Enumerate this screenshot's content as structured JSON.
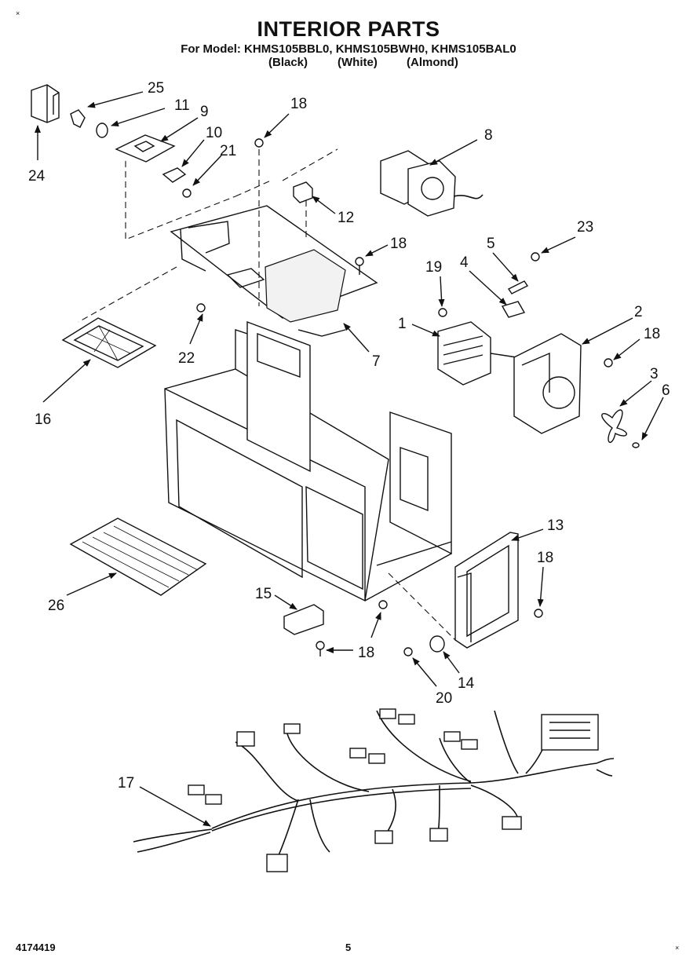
{
  "header": {
    "title": "INTERIOR PARTS",
    "models_line": "For Model: KHMS105BBL0, KHMS105BWH0, KHMS105BAL0",
    "color_black": "(Black)",
    "color_white": "(White)",
    "color_almond": "(Almond)"
  },
  "corner_marks": {
    "top_left": "×",
    "bottom_right": "×"
  },
  "footer": {
    "part_number": "4174419",
    "page_number": "5"
  },
  "callouts": {
    "c1": "1",
    "c2": "2",
    "c3": "3",
    "c4": "4",
    "c5": "5",
    "c6": "6",
    "c7": "7",
    "c8": "8",
    "c9": "9",
    "c10": "10",
    "c11": "11",
    "c12": "12",
    "c13": "13",
    "c14": "14",
    "c15": "15",
    "c16": "16",
    "c17": "17",
    "c18a": "18",
    "c18b": "18",
    "c18c": "18",
    "c18d": "18",
    "c18e": "18",
    "c19": "19",
    "c20": "20",
    "c21": "21",
    "c22": "22",
    "c23": "23",
    "c24": "24",
    "c25": "25",
    "c26": "26"
  }
}
